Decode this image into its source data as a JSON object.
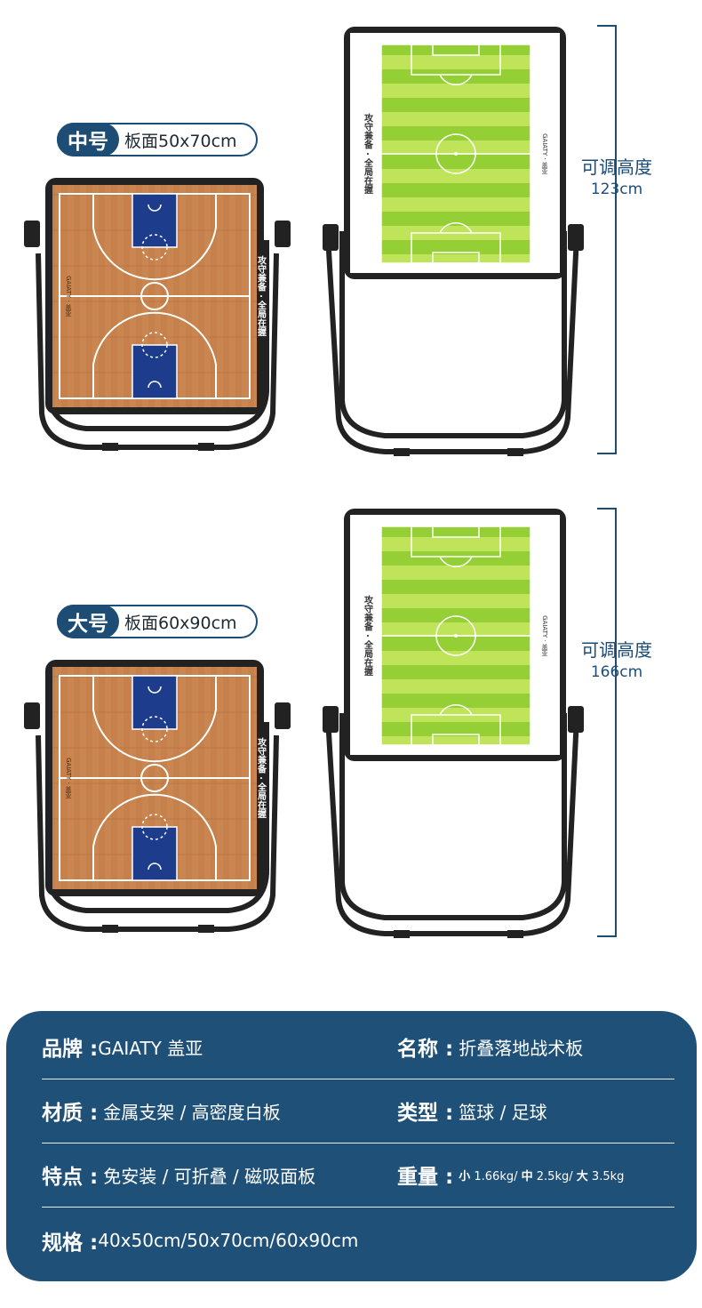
{
  "medium": {
    "size_label": "中号",
    "board_label": "板面50x70cm",
    "height_label": "可调高度",
    "height_value": "123cm"
  },
  "large": {
    "size_label": "大号",
    "board_label": "板面60x90cm",
    "height_label": "可调高度",
    "height_value": "166cm"
  },
  "board_print": {
    "slogan": "攻守兼备 · 全局在握",
    "brand": "GAIATY · 盖亚"
  },
  "specs": {
    "brand_key": "品牌 :",
    "brand_val": "GAIATY 盖亚",
    "name_key": "名称 :",
    "name_val": "折叠落地战术板",
    "material_key": "材质 :",
    "material_val": "金属支架 / 高密度白板",
    "type_key": "类型 :",
    "type_val": "篮球 / 足球",
    "feature_key": "特点 :",
    "feature_val": "免安装 / 可折叠 / 磁吸面板",
    "weight_key": "重量 :",
    "weight_s": "小",
    "weight_s_val": "1.66kg/",
    "weight_m": "中",
    "weight_m_val": "2.5kg/",
    "weight_l": "大",
    "weight_l_val": "3.5kg",
    "spec_key": "规格 :",
    "spec_val": "40x50cm/50x70cm/60x90cm"
  },
  "colors": {
    "navy": "#1e5078",
    "court": "#c98650",
    "paint": "#1d3c8c",
    "grass_light": "#bfe45a",
    "grass_dark": "#93cf35",
    "frame": "#222222"
  }
}
